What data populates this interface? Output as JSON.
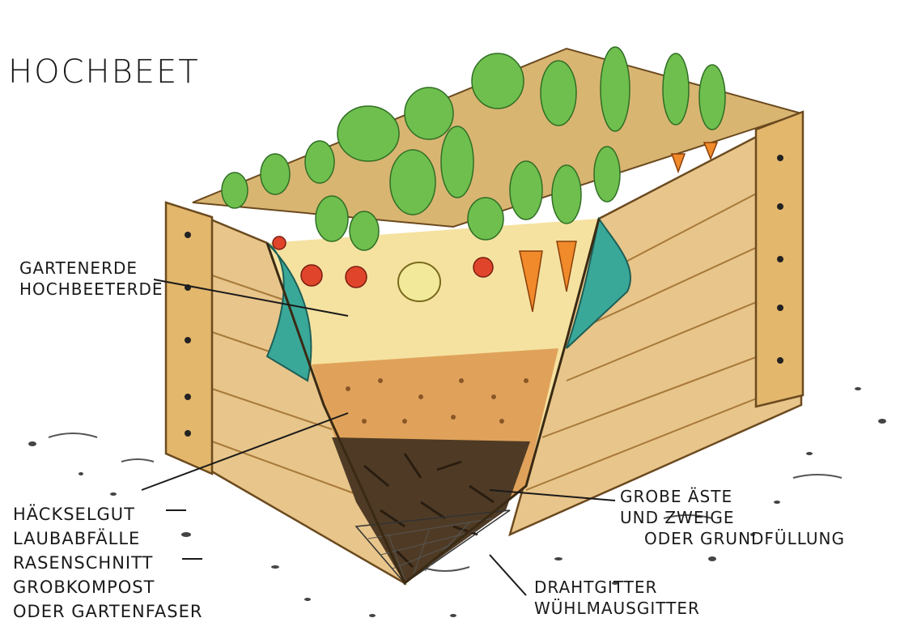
{
  "title": "HOCHBEET",
  "labels": {
    "garden_soil": [
      "GARTENERDE",
      "HOCHBEETERDE"
    ],
    "chips": [
      "HÄCKSELGUT",
      "LAUBABFÄLLE",
      "RASENSCHNITT",
      "GROBKOMPOST",
      "ODER GARTENFASER"
    ],
    "branches": [
      "GROBE ÄSTE",
      "UND ZWEIGE",
      "ODER GRUNDFÜLLUNG"
    ],
    "wire": [
      "DRAHTGITTER",
      "WÜHLMAUSGITTER"
    ]
  },
  "colors": {
    "wood": "#e9c98a",
    "wood_dark": "#b98a44",
    "soil": "#f4dc8a",
    "mulch": "#e2a35a",
    "branches": "#4c3a24",
    "liner": "#3aa899",
    "leaves": "#6fbf4e"
  }
}
